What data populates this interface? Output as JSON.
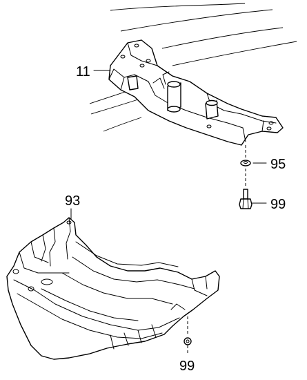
{
  "callouts": {
    "crossmember": "11",
    "washer": "95",
    "bolt_upper": "99",
    "skid_plate": "93",
    "bolt_lower": "99"
  },
  "colors": {
    "line": "#000000",
    "background": "#ffffff"
  }
}
